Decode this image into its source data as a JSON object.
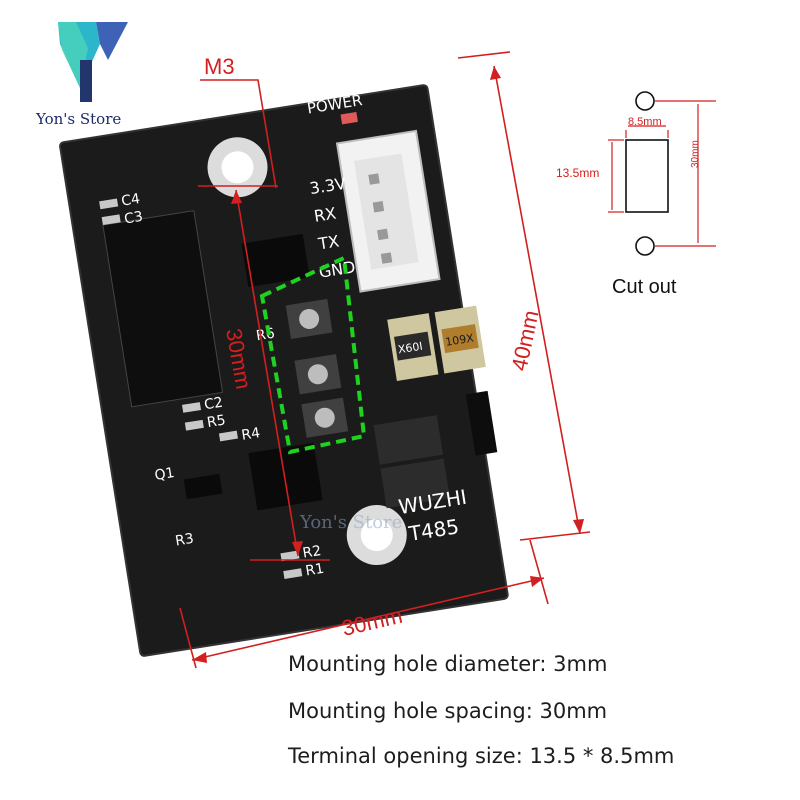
{
  "brand": {
    "name": "Yon's Store",
    "watermark": "Yon's Store"
  },
  "board": {
    "labels": {
      "power": "POWER",
      "pin_3v3": "3.3V",
      "pin_rx": "RX",
      "pin_tx": "TX",
      "pin_gnd": "GND",
      "model_line1": "WUZHI",
      "model_line2": "T485",
      "c4": "C4",
      "c3": "C3",
      "c2": "C2",
      "r5": "R5",
      "r4": "R4",
      "q1": "Q1",
      "r3": "R3",
      "r2": "R2",
      "r1": "R1",
      "r6": "R6",
      "fuse_a": "X60I",
      "fuse_b": "109X"
    }
  },
  "dimensions": {
    "hole_label": "M3",
    "spacing_vertical": "30mm",
    "board_height": "40mm",
    "board_width": "30mm"
  },
  "cutout": {
    "title": "Cut out",
    "width_label": "8.5mm",
    "height_label": "13.5mm",
    "spacing_label": "30mm"
  },
  "captions": [
    "Mounting hole diameter: 3mm",
    "Mounting hole spacing: 30mm",
    "Terminal opening size: 13.5 * 8.5mm"
  ],
  "colors": {
    "pcb": "#1a1a1a",
    "dimension": "#d21f1f",
    "highlight": "#1fd21f",
    "brand": "#1c2a66"
  }
}
